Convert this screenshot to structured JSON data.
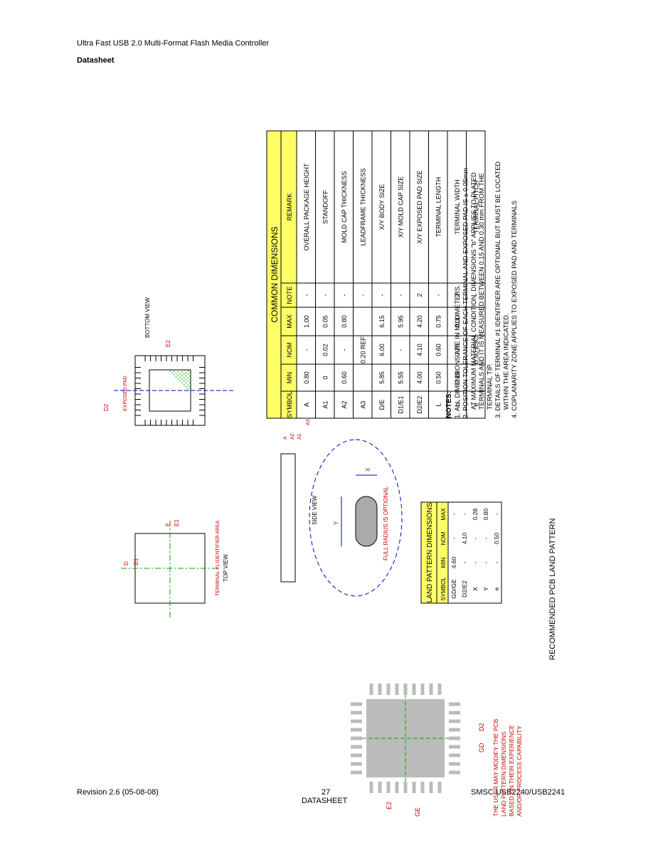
{
  "header": {
    "title": "Ultra Fast USB 2.0 Multi-Format Flash Media Controller",
    "subtitle": "Datasheet"
  },
  "footer": {
    "revision": "Revision 2.6 (05-08-08)",
    "page_number": "27",
    "label": "DATASHEET",
    "product": "SMSC USB2240/USB2241"
  },
  "drawing": {
    "bottom_view_title": "BOTTOM VIEW",
    "top_view_title": "TOP VIEW",
    "side_view_title": "SIDE VIEW",
    "terminal1_note": "TERMINAL #1 IDENTIFIER AREA",
    "exposed_pad_label": "EXPOSED PAD",
    "full_radius_note": "FULL RADIUS IS OPTIONAL",
    "pcb_title": "RECOMMENDED PCB LAND PATTERN",
    "pcb_note": [
      "THE USER MAY MODIFY THE PCB",
      "LAND PATTERN DIMENSIONS",
      "BASED ON THEIR EXPERIENCE",
      "AND/OR PROCESS CAPABILITY"
    ],
    "label_d": "D",
    "label_d1": "D1",
    "label_d2": "D2",
    "label_e": "E",
    "label_e1": "E1",
    "label_e2": "E2",
    "label_x": "X",
    "label_y": "Y",
    "label_gd": "GD",
    "label_ge": "GE",
    "label_a": "A",
    "label_a1": "A1",
    "label_a2": "A2",
    "label_a3": "A3"
  },
  "common_dimensions": {
    "title": "COMMON DIMENSIONS",
    "headers": [
      "SYMBOL",
      "MIN",
      "NOM",
      "MAX",
      "NOTE",
      "REMARK"
    ],
    "rows": [
      [
        "A",
        "0.80",
        "-",
        "1.00",
        "-",
        "OVERALL PACKAGE HEIGHT"
      ],
      [
        "A1",
        "0",
        "0.02",
        "0.05",
        "-",
        "STANDOFF"
      ],
      [
        "A2",
        "0.60",
        "-",
        "0.80",
        "-",
        "MOLD CAP THICKNESS"
      ],
      [
        "A3",
        "",
        "0.20 REF",
        "",
        "-",
        "LEADFRAME THICKNESS"
      ],
      [
        "D/E",
        "5.85",
        "6.00",
        "6.15",
        "-",
        "X/Y BODY SIZE"
      ],
      [
        "D1/E1",
        "5.55",
        "-",
        "5.95",
        "-",
        "X/Y MOLD CAP SIZE"
      ],
      [
        "D2/E2",
        "4.00",
        "4.10",
        "4.20",
        "2",
        "X/Y EXPOSED PAD SIZE"
      ],
      [
        "L",
        "0.50",
        "0.60",
        "0.75",
        "-",
        "TERMINAL LENGTH"
      ],
      [
        "b",
        "0.18",
        "0.25",
        "0.30",
        "2",
        "TERMINAL WIDTH"
      ],
      [
        "e",
        "",
        "0.50 BSC",
        "",
        "-",
        "TERMINAL PITCH"
      ]
    ]
  },
  "land_pattern": {
    "title": "LAND PATTERN DIMENSIONS",
    "headers": [
      "SYMBOL",
      "MIN",
      "NOM",
      "MAX"
    ],
    "rows": [
      [
        "GD/GE",
        "4.60",
        "-",
        "-"
      ],
      [
        "D2/E2",
        "-",
        "4.10",
        "-"
      ],
      [
        "X",
        "-",
        "-",
        "0.28"
      ],
      [
        "Y",
        "-",
        "-",
        "0.80"
      ],
      [
        "e",
        "-",
        "0.50",
        "-"
      ]
    ]
  },
  "notes": {
    "title": "NOTES:",
    "items": [
      "1. ALL DIMENSIONS ARE IN MILLIMETERS.",
      "2. POSITION TOLERANCE OF EACH TERMINAL AND EXPOSED PAD IS ± 0.05mm",
      "AT MAXIMUM MATERIAL CONDITION. DIMENSIONS \"b\" APPLIES TO PLATED",
      "TERMINALS AND IT IS MEASURED BETWEEN 0.15 AND 0.30 mm FROM THE",
      "TERMINAL TIP.",
      "3. DETAILS OF TERMINAL #1 IDENTIFIER ARE OPTIONAL BUT MUST BE LOCATED",
      "WITHIN THE AREA INDICATED.",
      "4. COPLANARITY ZONE APPLIES TO EXPOSED PAD AND TERMINALS"
    ]
  },
  "colors": {
    "table_header": "#ffff66",
    "dimension_blue": "#0000cc",
    "annotation_red": "#cc0000",
    "centerline_green": "#00aa00",
    "pad_gray": "#bbbbbb"
  }
}
